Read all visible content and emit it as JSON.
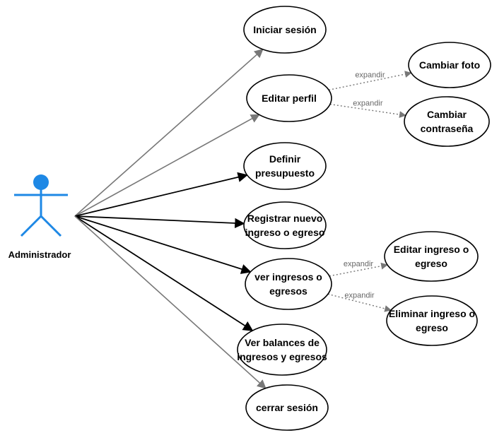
{
  "actor": {
    "name": "Administrador",
    "color": "#1e88e5"
  },
  "use_cases": [
    {
      "id": "iniciar",
      "lines": [
        "Iniciar sesión"
      ]
    },
    {
      "id": "editar-perfil",
      "lines": [
        "Editar perfil"
      ]
    },
    {
      "id": "definir",
      "lines": [
        "Definir",
        "presupuesto"
      ]
    },
    {
      "id": "registrar",
      "lines": [
        "Registrar nuevo",
        "ingreso o egreso"
      ]
    },
    {
      "id": "ver-ingresos",
      "lines": [
        "ver ingresos o",
        "egresos"
      ]
    },
    {
      "id": "ver-balances",
      "lines": [
        "Ver balances de",
        "ingresos y egresos"
      ]
    },
    {
      "id": "cerrar",
      "lines": [
        "cerrar sesión"
      ]
    },
    {
      "id": "cambiar-foto",
      "lines": [
        "Cambiar foto"
      ]
    },
    {
      "id": "cambiar-contrasena",
      "lines": [
        "Cambiar",
        "contraseña"
      ]
    },
    {
      "id": "editar-ingreso",
      "lines": [
        "Editar ingreso o",
        "egreso"
      ]
    },
    {
      "id": "eliminar-ingreso",
      "lines": [
        "Eliminar ingreso o",
        "egreso"
      ]
    }
  ],
  "associations": [
    {
      "to": "iniciar",
      "color": "#777777"
    },
    {
      "to": "editar-perfil",
      "color": "#777777"
    },
    {
      "to": "definir",
      "color": "#000000"
    },
    {
      "to": "registrar",
      "color": "#000000"
    },
    {
      "to": "ver-ingresos",
      "color": "#000000"
    },
    {
      "to": "ver-balances",
      "color": "#000000"
    },
    {
      "to": "cerrar",
      "color": "#777777"
    }
  ],
  "extensions": [
    {
      "from": "editar-perfil",
      "to": "cambiar-foto",
      "label": "expandir"
    },
    {
      "from": "editar-perfil",
      "to": "cambiar-contrasena",
      "label": "expandir"
    },
    {
      "from": "ver-ingresos",
      "to": "editar-ingreso",
      "label": "expandir"
    },
    {
      "from": "ver-ingresos",
      "to": "eliminar-ingreso",
      "label": "expandir"
    }
  ]
}
